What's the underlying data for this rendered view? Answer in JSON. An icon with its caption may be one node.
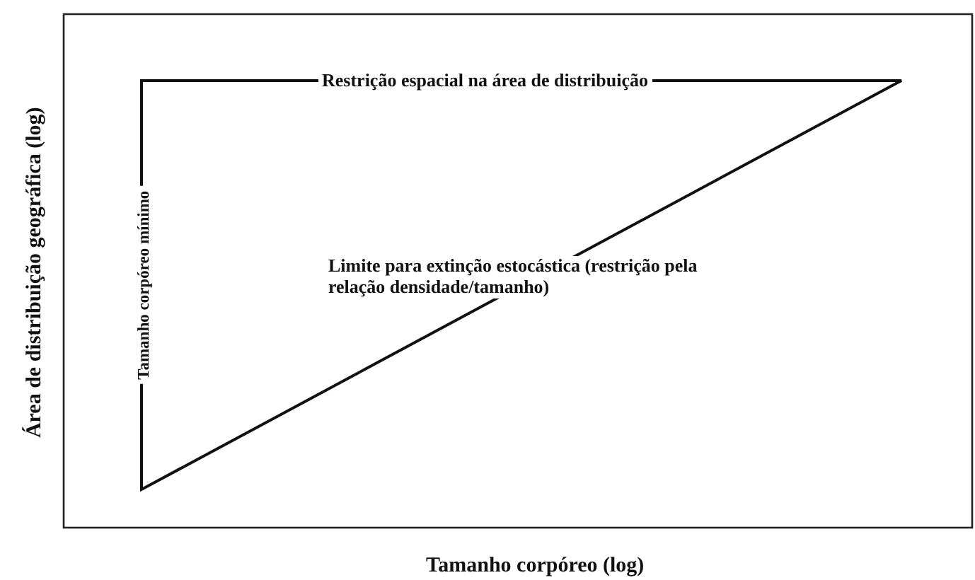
{
  "diagram": {
    "labels": [
      "Área de distribuição geográfica (log)",
      "Restrição espacial na área de distribuição",
      "Tamanho corpóreo mínimo",
      "Limite para extinção estocástica (restrição pela relação densidade/tamanho)",
      "Tamanho corpóreo (log)"
    ]
  }
}
